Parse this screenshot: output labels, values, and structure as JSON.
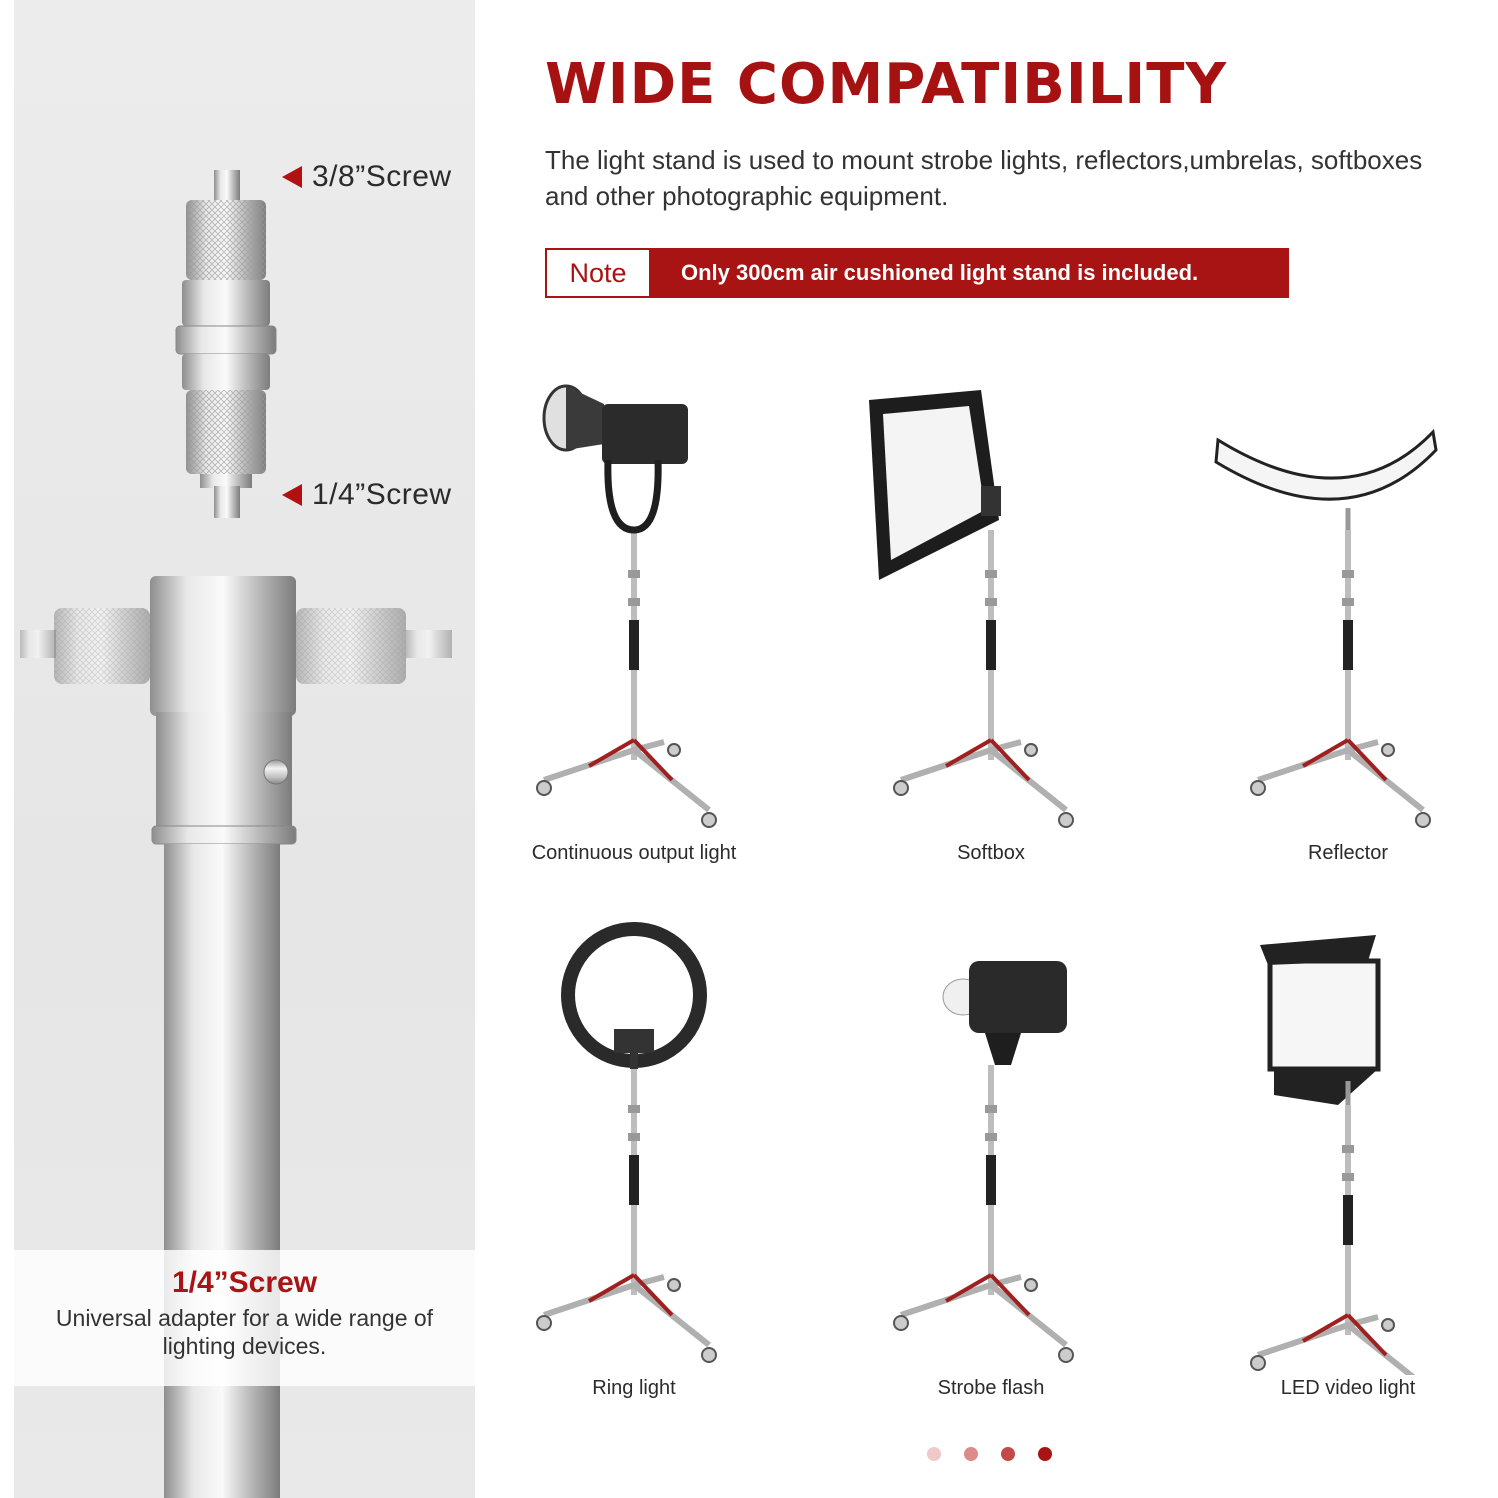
{
  "left": {
    "top_screw_label": "3/8”Screw",
    "bottom_screw_label": "1/4”Screw",
    "caption_title": "1/4”Screw",
    "caption_text": "Universal adapter for a wide range of lighting devices."
  },
  "heading": "WIDE COMPATIBILITY",
  "intro": "The light stand is used to mount strobe lights, reflectors,umbrelas, softboxes and other photographic equipment.",
  "note": {
    "tag": "Note",
    "text": "Only 300cm air cushioned light stand is included."
  },
  "products": [
    {
      "label": "Continuous output light",
      "icon": "continuous-light-icon"
    },
    {
      "label": "Softbox",
      "icon": "softbox-icon"
    },
    {
      "label": "Reflector",
      "icon": "reflector-icon"
    },
    {
      "label": "Ring light",
      "icon": "ring-light-icon"
    },
    {
      "label": "Strobe flash",
      "icon": "strobe-flash-icon"
    },
    {
      "label": "LED video light",
      "icon": "led-panel-icon"
    }
  ],
  "colors": {
    "accent": "#a81414",
    "dots": [
      "#f0c8c8",
      "#dc8a8a",
      "#c24a4a",
      "#a81414"
    ]
  }
}
